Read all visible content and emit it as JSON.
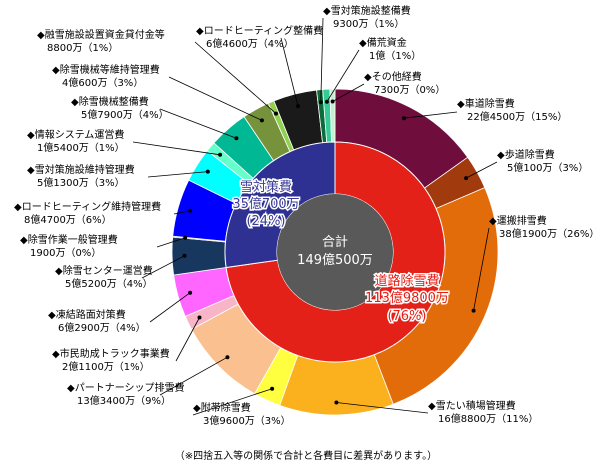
{
  "chart_data": {
    "type": "pie",
    "total": {
      "title": "合計",
      "value": "149億500万"
    },
    "categories": [
      {
        "name": "道路除雪費",
        "value": "113億9800万",
        "percent": "(76%)",
        "color": "#e32119"
      },
      {
        "name": "雪対策費",
        "value": "35億700万",
        "percent": "(24%)",
        "color": "#2e3192"
      }
    ],
    "items": [
      {
        "label": "◆車道除雪費",
        "value": "22億4500万（15%）",
        "percent": 15.1,
        "color": "#6f0d3c"
      },
      {
        "label": "◆歩道除雪費",
        "value": "5億100万（3%）",
        "percent": 3.4,
        "color": "#a13a0c"
      },
      {
        "label": "◆運搬排雪費",
        "value": "38億1900万（26%）",
        "percent": 25.6,
        "color": "#e36c0a"
      },
      {
        "label": "◆雪たい積場管理費",
        "value": "16億8800万（11%）",
        "percent": 11.3,
        "color": "#fbb11e"
      },
      {
        "label": "◆附帯除雪費",
        "value": "3億9600万（3%）",
        "percent": 2.7,
        "color": "#ffff3f"
      },
      {
        "label": "◆パートナーシップ排雪費",
        "value": "13億3400万（9%）",
        "percent": 8.9,
        "color": "#fac090"
      },
      {
        "label": "◆市民助成トラック事業費",
        "value": "2億1100万（1%）",
        "percent": 1.4,
        "color": "#f9b5c8"
      },
      {
        "label": "◆凍結路面対策費",
        "value": "6億2900万（4%）",
        "percent": 4.2,
        "color": "#ff66ff"
      },
      {
        "label": "◆除雪センター運営費",
        "value": "5億5200万（4%）",
        "percent": 3.7,
        "color": "#17375e"
      },
      {
        "label": "◆除雪作業一般管理費",
        "value": "1900万（0%）",
        "percent": 0.1,
        "color": "#4f6228"
      },
      {
        "label": "◆ロードヒーティング維持管理費",
        "value": "8億4700万（6%）",
        "percent": 5.7,
        "color": "#0000ff"
      },
      {
        "label": "◆雪対策施設維持管理費",
        "value": "5億1300万（3%）",
        "percent": 3.4,
        "color": "#00ffff"
      },
      {
        "label": "◆情報システム運営費",
        "value": "1億5400万（1%）",
        "percent": 1.0,
        "color": "#66ffcc"
      },
      {
        "label": "◆除雪機械整備費",
        "value": "5億7900万（4%）",
        "percent": 3.9,
        "color": "#00b894"
      },
      {
        "label": "◆除雪機械等維持管理費",
        "value": "4億600万（3%）",
        "percent": 2.7,
        "color": "#76933c"
      },
      {
        "label": "◆融雪施設設置資金貸付金等",
        "value": "8800万（1%）",
        "percent": 0.6,
        "color": "#92d050"
      },
      {
        "label": "◆ロードヒーティング整備費",
        "value": "6億4600万（4%）",
        "percent": 4.3,
        "color": "#1a1a1a"
      },
      {
        "label": "◆雪対策施設整備費",
        "value": "9300万（1%）",
        "percent": 0.6,
        "color": "#0b6b3a"
      },
      {
        "label": "◆備荒資金",
        "value": "1億（1%）",
        "percent": 0.7,
        "color": "#33cc99"
      },
      {
        "label": "◆その他経費",
        "value": "7300万（0%）",
        "percent": 0.5,
        "color": "#c6efce"
      }
    ]
  },
  "footnote": "（※四捨五入等の関係で合計と各費目に差異があります。）"
}
